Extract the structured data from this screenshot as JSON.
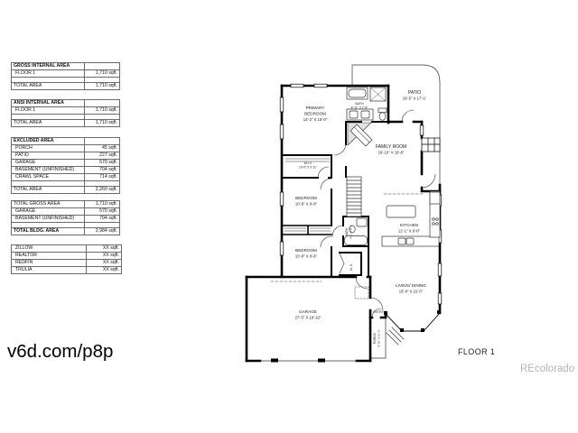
{
  "branding": {
    "watermark": "v6d.com/p8p",
    "agency": "REcolorado"
  },
  "floor_label": "FLOOR 1",
  "area_tables": [
    {
      "title": "GROSS INTERNAL AREA",
      "rows": [
        {
          "label": "FLOOR 1",
          "value": "1,710 sqft."
        },
        {
          "label": "",
          "value": ""
        },
        {
          "label": "TOTAL AREA",
          "value": "1,710 sqft."
        }
      ]
    },
    {
      "title": "ANSI INTERNAL AREA",
      "rows": [
        {
          "label": "FLOOR 1",
          "value": "1,710 sqft."
        },
        {
          "label": "",
          "value": ""
        },
        {
          "label": "TOTAL AREA",
          "value": "1,710 sqft."
        }
      ]
    },
    {
      "title": "EXCLUDED AREA",
      "rows": [
        {
          "label": "PORCH",
          "value": "45 sqft."
        },
        {
          "label": "PATIO",
          "value": "227 sqft."
        },
        {
          "label": "GARAGE",
          "value": "570 sqft."
        },
        {
          "label": "BASEMENT (UNFINISHED)",
          "value": "704 sqft."
        },
        {
          "label": "CRAWL SPACE",
          "value": "714 sqft."
        },
        {
          "label": "",
          "value": ""
        },
        {
          "label": "TOTAL AREA",
          "value": "2,260 sqft."
        }
      ]
    },
    {
      "title": null,
      "rows": [
        {
          "label": "TOTAL GROSS AREA",
          "value": "1,710 sqft."
        },
        {
          "label": "GARAGE",
          "value": "570 sqft."
        },
        {
          "label": "BASEMENT (UNFINISHED)",
          "value": "704 sqft."
        },
        {
          "label": "",
          "value": ""
        },
        {
          "label": "TOTAL BLDG. AREA",
          "value": "2,984 sqft."
        }
      ]
    },
    {
      "title": null,
      "rows": [
        {
          "label": "ZILLOW",
          "value": "XX sqft."
        },
        {
          "label": "REALTOR",
          "value": "XX sqft."
        },
        {
          "label": "REDFIN",
          "value": "XX sqft."
        },
        {
          "label": "TRULIA",
          "value": "XX sqft."
        }
      ]
    }
  ],
  "plan": {
    "rooms": {
      "primary_bedroom": {
        "line1": "PRIMARY",
        "line2": "BEDROOM",
        "dims": "14'-2\" X 15'-0\""
      },
      "bath_primary": {
        "line1": "BATH",
        "dims": "8'-11\" X 7'-8\""
      },
      "patio": {
        "line1": "PATIO",
        "dims": "16'-5\" X 17'-1\""
      },
      "family_room": {
        "line1": "FAMILY ROOM",
        "dims": "16'-10\" X 19'-8\""
      },
      "wic": {
        "line1": "W.I.C",
        "dims": "10'-6\" X 5'-11\""
      },
      "bedroom_1": {
        "line1": "BEDROOM",
        "dims": "10'-8\" X 9'-8\""
      },
      "bedroom_2": {
        "line1": "BEDROOM",
        "dims": "10'-8\" X 9'-6\""
      },
      "kitchen": {
        "line1": "KITCHEN",
        "dims": "12'-1\" X 9'-8\""
      },
      "bath_hall": {
        "line1": "BATH",
        "dims": "4'-1\" X 8'-1\""
      },
      "living_dining": {
        "line1": "LIVING/ DINING",
        "dims": "15'-8\" X 22'-0\""
      },
      "garage": {
        "line1": "GARAGE",
        "dims": "27'-5\" X 19'-10\""
      },
      "entry": {
        "line1": "ENTRY"
      },
      "porch": {
        "line1": "PORCH",
        "dims": "4'-10\" X 10'-2\""
      },
      "laundry": {
        "line1": "W. D."
      }
    }
  }
}
